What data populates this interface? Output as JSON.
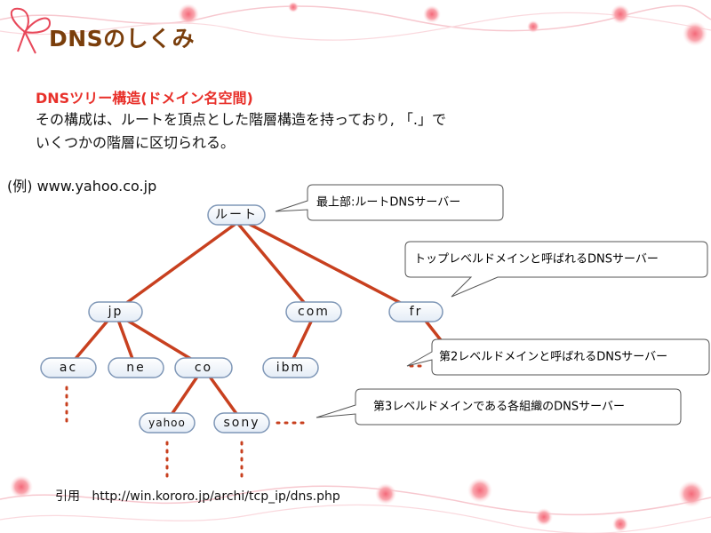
{
  "header": {
    "title": "DNSのしくみ"
  },
  "content": {
    "subtitle": "DNSツリー構造(ドメイン名空間)",
    "description": "その構成は、ルートを頂点とした階層構造を持っており, 「.」で\nいくつかの階層に区切られる。",
    "example": "(例) www.yahoo.co.jp"
  },
  "tree": {
    "root": "ルート",
    "jp": "jp",
    "com": "com",
    "fr": "fr",
    "ac": "ac",
    "ne": "ne",
    "co": "co",
    "ibm": "ibm",
    "yahoo": "yahoo",
    "sony": "sony"
  },
  "callouts": {
    "root_server": "最上部:ルートDNSサーバー",
    "tld_server": "トップレベルドメインと呼ばれるDNSサーバー",
    "sld_server": "第2レベルドメインと呼ばれるDNSサーバー",
    "third_server": "第3レベルドメインである各組織のDNSサーバー"
  },
  "footer": {
    "citation": "引用   http://win.kororo.jp/archi/tcp_ip/dns.php"
  },
  "colors": {
    "title": "#7a3e0b",
    "subtitle": "#e8302a",
    "edge": "#c8401f",
    "node_border": "#7f97b7"
  }
}
